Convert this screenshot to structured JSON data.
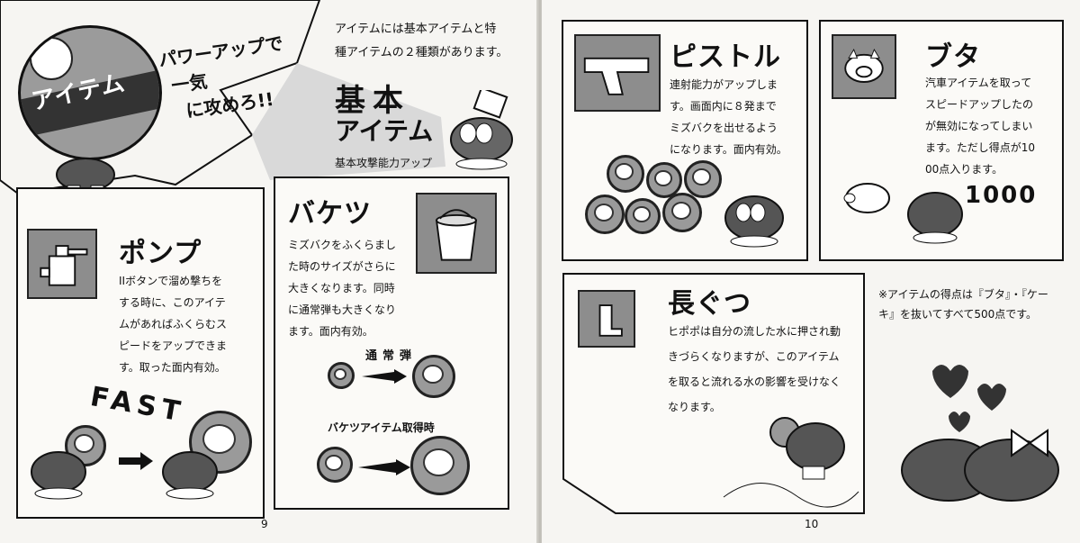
{
  "left_page": {
    "banner": {
      "heading": "アイテム",
      "tagline_lines": [
        "パワーアップで",
        "一気",
        "に攻めろ!!"
      ]
    },
    "intro_text": "アイテムには基本アイテムと特\n種アイテムの２種類があります。",
    "basic_item": {
      "title_line1": "基本",
      "title_line2": "アイテム",
      "caption": "基本攻撃能力アップ"
    },
    "pump": {
      "title": "ポンプ",
      "icon": "pump-icon",
      "text": "IIボタンで溜め撃ちを\nする時に、このアイテ\nムがあればふくらむス\nピードをアップできま\nす。取った面内有効。",
      "illustration_label": "FAST"
    },
    "bucket": {
      "title": "バケツ",
      "icon": "bucket-icon",
      "text": "ミズバクをふくらまし\nた時のサイズがさらに\n大きくなります。同時\nに通常弾も大きくなり\nます。面内有効。",
      "normal_label": "通常弾",
      "acquired_label": "バケツアイテム取得時"
    },
    "page_number": "9"
  },
  "right_page": {
    "pistol": {
      "title": "ピストル",
      "icon": "pistol-icon",
      "text": "連射能力がアップしま\nす。画面内に８発まで\nミズバクを出せるよう\nになります。面内有効。"
    },
    "pig": {
      "title": "ブタ",
      "icon": "pig-icon",
      "text": "汽車アイテムを取って\nスピードアップしたの\nが無効になってしまい\nます。ただし得点が10\n00点入ります。",
      "points_label": "1000"
    },
    "boots": {
      "title": "長ぐつ",
      "icon": "boot-icon",
      "text": "ヒポポは自分の流した水に押され動\nきづらくなりますが、このアイテム\nを取ると流れる水の影響を受けなく\nなります。"
    },
    "note": "※アイテムの得点は『ブタ』・『ケー\nキ』を抜いてすべて500点です。",
    "page_number": "10"
  }
}
